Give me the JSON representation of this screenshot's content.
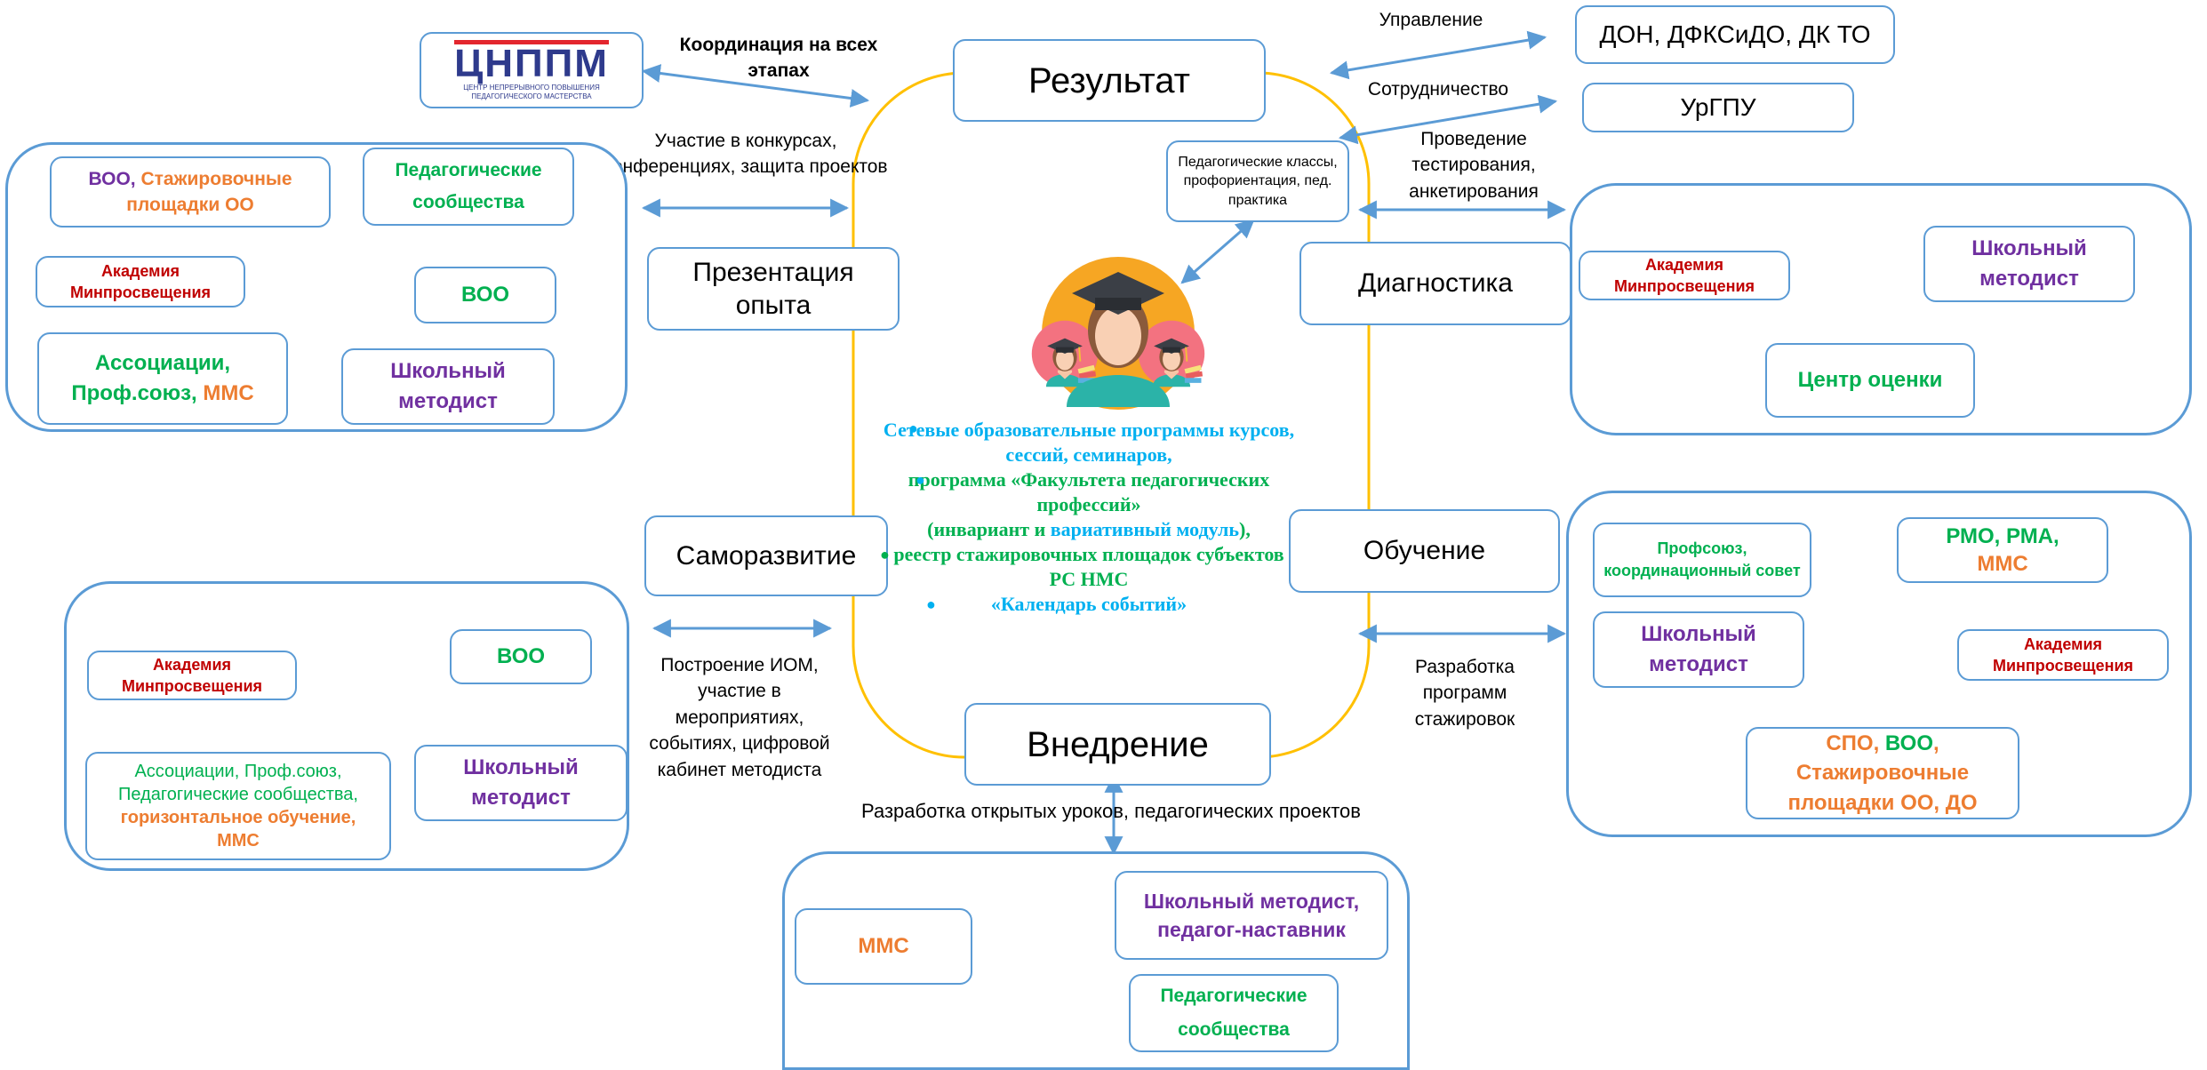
{
  "center": {
    "result": "Результат",
    "implementation": "Внедрение",
    "presentation": "Презентация опыта",
    "diagnostics": "Диагностика",
    "selfdev": "Саморазвитие",
    "training": "Обучение"
  },
  "logo": {
    "main": "ЦНППМ",
    "sub1": "ЦЕНТР НЕПРЕРЫВНОГО ПОВЫШЕНИЯ",
    "sub2": "ПЕДАГОГИЧЕСКОГО МАСТЕРСТВА"
  },
  "labels": {
    "coordination": "Координация на всех этапах",
    "management": "Управление",
    "cooperation": "Сотрудничество",
    "participation": "Участие в  конкурсах, конференциях, защита проектов",
    "testing": "Проведение тестирования, анкетирования",
    "iom": "Построение ИОМ, участие в мероприятиях, событиях, цифровой кабинет методиста",
    "internships": "Разработка программ стажировок",
    "open_lessons": "Разработка открытых уроков, педагогических проектов"
  },
  "external": {
    "don": "ДОН, ДФКСиДО, ДК ТО",
    "urgpu": "УрГПУ",
    "ped_classes": "Педагогические классы, профориентация, пед. практика"
  },
  "network": {
    "line1": "Сетевые образовательные программы курсов, сессий, семинаров,",
    "line2": "программа «Факультета педагогических профессий»",
    "line3a": "(инвариант и",
    "line3b": "вариативный модуль",
    "line3c": "),",
    "line4": "реестр стажировочных площадок субъектов РС НМС",
    "line5": "«Календарь событий»"
  },
  "cluster_tl": {
    "voo_stazh_a": "ВОО,",
    "voo_stazh_b": "Стажировочные площадки ОО",
    "ped_comm": "Педагогические сообщества",
    "academy": "Академия Минпросвещения",
    "voo": "ВОО",
    "assoc_a": "Ассоциации, Проф.союз,",
    "assoc_b": "ММС",
    "methodist": "Школьный методист"
  },
  "cluster_tr": {
    "academy": "Академия Минпросвещения",
    "methodist": "Школьный методист",
    "assessment": "Центр оценки"
  },
  "cluster_bl": {
    "academy": "Академия Минпросвещения",
    "voo": "ВОО",
    "assoc1": "Ассоциации, Проф.союз,",
    "assoc2": "Педагогические сообщества,",
    "assoc3": "горизонтальное обучение,",
    "assoc4": "ММС",
    "methodist": "Школьный методист"
  },
  "cluster_br": {
    "profsoyuz": "Профсоюз, координационный совет",
    "rmo_a": "РМО, РМА,",
    "rmo_b": "ММС",
    "methodist": "Школьный методист",
    "academy": "Академия Минпросвещения",
    "spo_a": "СПО,",
    "spo_b": "ВОО",
    "spo_c": ",",
    "spo_d": "Стажировочные площадки ОО, ДО"
  },
  "cluster_b": {
    "mms": "ММС",
    "methodist": "Школьный методист, педагог-наставник",
    "ped_comm": "Педагогические сообщества"
  },
  "colors": {
    "accent": "#5b9bd5",
    "ring": "#ffc000",
    "red": "#c00000",
    "green": "#00b050",
    "purple": "#7030a0",
    "orange": "#ed7d31",
    "cyan": "#00b0f0"
  },
  "icons": [
    "graduate-icon",
    "graduates-group-icon",
    "double-arrow-icon"
  ]
}
